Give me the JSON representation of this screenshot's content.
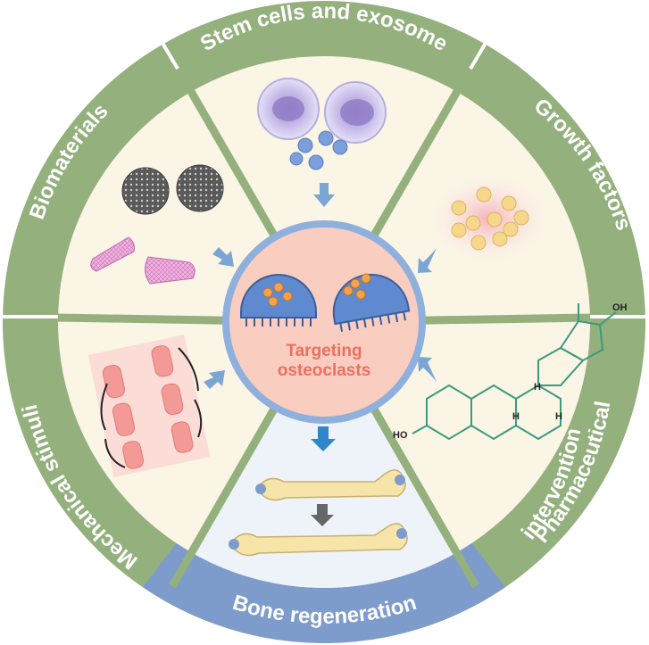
{
  "segments": {
    "stem": "Stem cells and exosome",
    "growth": "Growth factors",
    "pharma_line1": "Pharmaceutical",
    "pharma_line2": "intervention",
    "bone": "Bone regeneration",
    "mechanical": "Mechanical stimuli",
    "biomaterials": "Biomaterials"
  },
  "center": {
    "line1": "Targeting",
    "line2": "osteoclasts"
  },
  "molecule": {
    "oh_top": "OH",
    "ho_left": "HO",
    "h_top": "H",
    "h_left": "H",
    "h_right": "H"
  },
  "colors": {
    "ring_green": "#93b07d",
    "ring_blue": "#7d9bcb",
    "inner_cream": "#fbf5e6",
    "inner_blue": "#eef3fa",
    "center_pink": "#f9cdc0",
    "center_text": "#ef6f5e",
    "arrow_blue": "#2f86c8"
  }
}
